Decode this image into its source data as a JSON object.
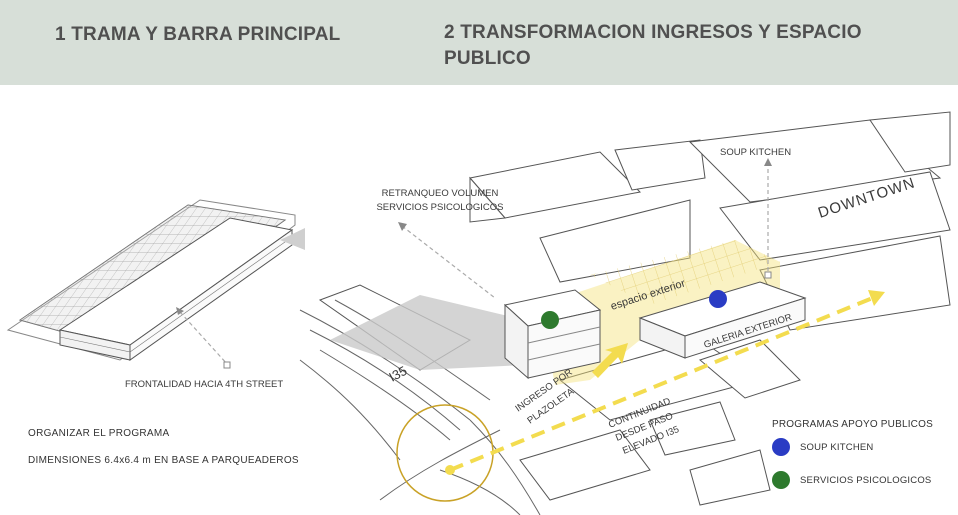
{
  "header": {
    "left_title": "1 TRAMA Y BARRA PRINCIPAL",
    "right_title": "2 TRANSFORMACION INGRESOS Y ESPACIO PUBLICO"
  },
  "left_panel": {
    "frontage_label": "FRONTALIDAD HACIA 4TH STREET",
    "note_1": "ORGANIZAR EL PROGRAMA",
    "note_2": "DIMENSIONES 6.4x6.4 m EN BASE A PARQUEADEROS"
  },
  "right_panel": {
    "soup_kitchen_label": "SOUP KITCHEN",
    "setback_label_line1": "RETRANQUEO VOLUMEN",
    "setback_label_line2": "SERVICIOS PSICOLOGICOS",
    "downtown": "DOWNTOWN",
    "exterior_space": "espacio exterior",
    "gallery": "GALERIA EXTERIOR",
    "highway": "I35",
    "entry_line1": "INGRESO POR",
    "entry_line2": "PLAZOLETA",
    "continuity_line1": "CONTINUIDAD",
    "continuity_line2": "DESDE PASO",
    "continuity_line3": "ELEVADO I35"
  },
  "legend": {
    "title": "PROGRAMAS APOYO PUBLICOS",
    "items": [
      {
        "label": "SOUP KITCHEN",
        "color": "#2a3cc4"
      },
      {
        "label": "SERVICIOS PSICOLOGICOS",
        "color": "#2e7a2e"
      }
    ]
  },
  "colors": {
    "header_bg": "#d7dfd8",
    "accent_yellow": "#f5e27a",
    "arrow_yellow": "#f3dc4f",
    "circle_gold": "#c9a227"
  }
}
